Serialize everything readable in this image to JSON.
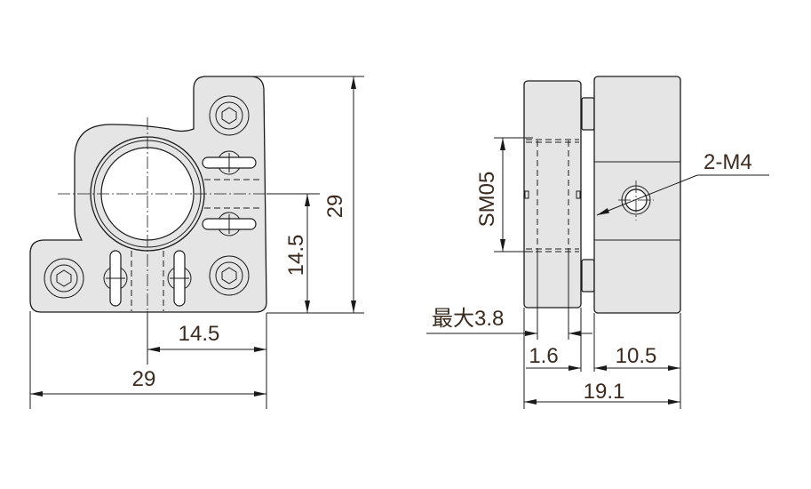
{
  "front_view": {
    "height_total": "29",
    "height_center": "14.5",
    "width_center": "14.5",
    "width_total": "29"
  },
  "side_view": {
    "thread_label": "SM05",
    "tap_label": "2-M4",
    "max_label": "最大3.8",
    "plate_thickness": "1.6",
    "block_depth": "10.5",
    "total_depth": "19.1"
  },
  "colors": {
    "part_fill": "#e5e5e5",
    "line": "#1a1a1a",
    "text": "#3b2b1f"
  }
}
